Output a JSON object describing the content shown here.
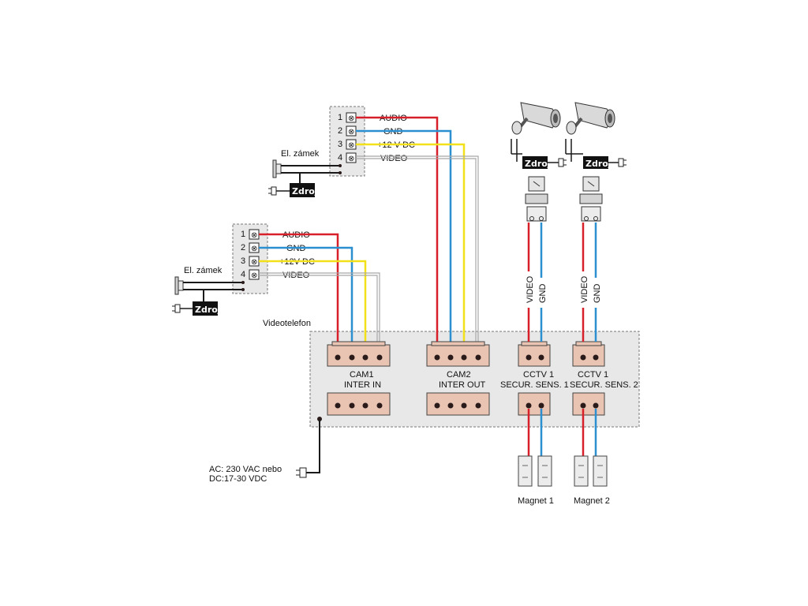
{
  "colors": {
    "audio": "#d8202a",
    "gnd": "#2b8fd0",
    "power": "#f2e11a",
    "video": "#a8a8a8",
    "black": "#1a1a1a"
  },
  "top_panel": {
    "terminals": [
      {
        "num": "1",
        "label": "AUDIO"
      },
      {
        "num": "2",
        "label": "GND"
      },
      {
        "num": "3",
        "label": "+12 V DC"
      },
      {
        "num": "4",
        "label": "VIDEO"
      }
    ],
    "lock_label": "El. zámek",
    "power_label": "Zdroj"
  },
  "mid_panel": {
    "terminals": [
      {
        "num": "1",
        "label": "AUDIO"
      },
      {
        "num": "2",
        "label": "GND"
      },
      {
        "num": "3",
        "label": "+12V DC"
      },
      {
        "num": "4",
        "label": "VIDEO"
      }
    ],
    "lock_label": "El. zámek",
    "power_label": "Zdroj"
  },
  "videotelefon_label": "Videotelefon",
  "connectors": {
    "cam1_line1": "CAM1",
    "cam1_line2": "INTER IN",
    "cam2_line1": "CAM2",
    "cam2_line2": "INTER OUT",
    "cctv1a_line1": "CCTV 1",
    "cctv1a_line2": "SECUR. SENS. 1",
    "cctv1b_line1": "CCTV 1",
    "cctv1b_line2": "SECUR. SENS. 2"
  },
  "cameras": {
    "power_label": "Zdroj",
    "wire_video": "VIDEO",
    "wire_gnd": "GND"
  },
  "sensors": {
    "magnet1": "Magnet 1",
    "magnet2": "Magnet 2"
  },
  "mains": {
    "line1": "AC: 230 VAC nebo",
    "line2": "DC:17-30 VDC"
  }
}
